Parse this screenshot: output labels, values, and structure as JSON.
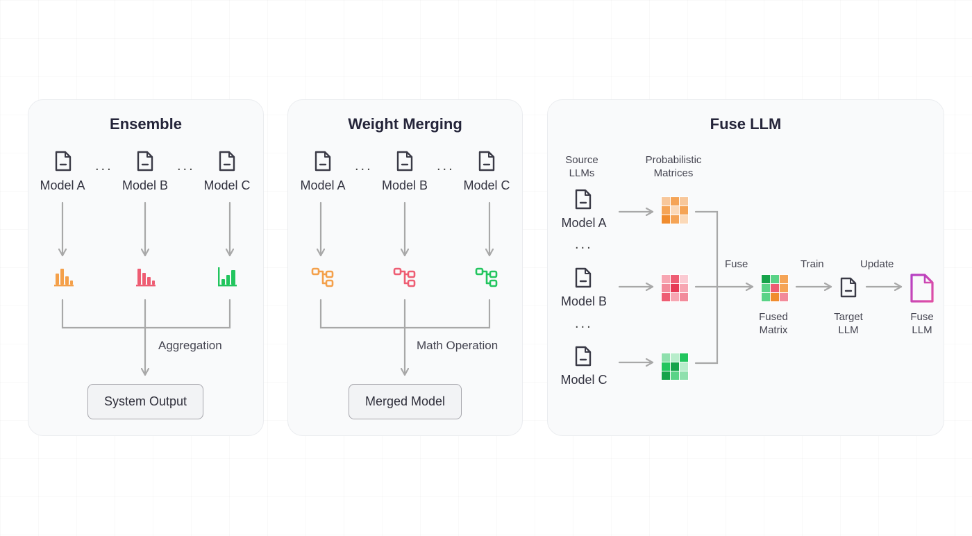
{
  "ensemble": {
    "title": "Ensemble",
    "models": [
      "Model A",
      "Model B",
      "Model C"
    ],
    "dots": "...",
    "aggregation_label": "Aggregation",
    "output_label": "System Output"
  },
  "weight_merging": {
    "title": "Weight Merging",
    "models": [
      "Model A",
      "Model B",
      "Model C"
    ],
    "dots": "...",
    "operation_label": "Math Operation",
    "output_label": "Merged Model"
  },
  "fuse_llm": {
    "title": "Fuse LLM",
    "source_label_line1": "Source",
    "source_label_line2": "LLMs",
    "matrices_label_line1": "Probabilistic",
    "matrices_label_line2": "Matrices",
    "models": [
      "Model A",
      "Model B",
      "Model C"
    ],
    "dots": "...",
    "fuse_label": "Fuse",
    "train_label": "Train",
    "update_label": "Update",
    "fused_line1": "Fused",
    "fused_line2": "Matrix",
    "target_line1": "Target",
    "target_line2": "LLM",
    "result_line1": "Fuse",
    "result_line2": "LLM"
  },
  "colors": {
    "orange": "#f4a04a",
    "pink": "#ee5d73",
    "green": "#22c55e",
    "purple": "#c13fc9",
    "arrow": "#a8a8a8",
    "icon": "#3a3a46"
  },
  "icons": {
    "model": "document-icon",
    "output_dist": "bar-chart-icon",
    "weights": "network-icon",
    "result": "document-icon"
  }
}
